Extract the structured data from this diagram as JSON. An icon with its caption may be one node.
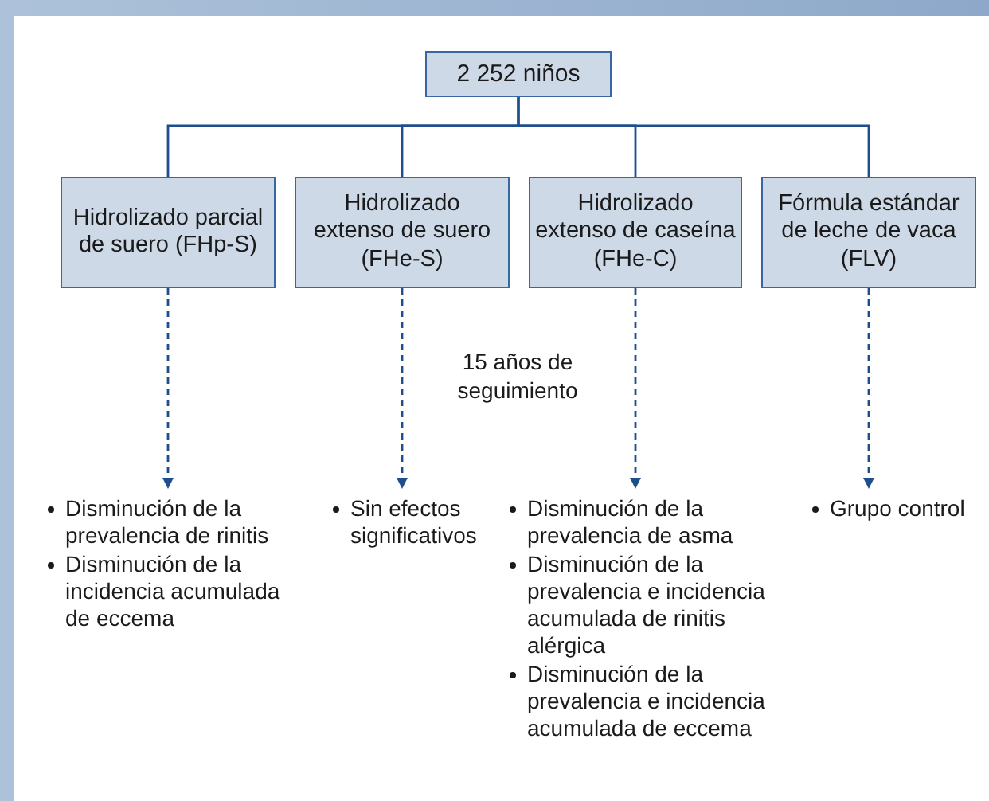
{
  "diagram": {
    "nodes": [
      {
        "text": [
          "2 252 niños"
        ]
      },
      {
        "text": [
          "Hidrolizado parcial de suero (FHp-S)"
        ]
      },
      {
        "text": [
          "Hidrolizado extenso de suero (FHe-S)"
        ]
      },
      {
        "text": [
          "Hidrolizado extenso de caseína (FHe-C)"
        ]
      },
      {
        "text": [
          "Fórmula estándar de leche de vaca (FLV)"
        ]
      },
      {
        "text": [
          "Disminución de la prevalencia de rinitis",
          "Disminución de la incidencia acumulada de eccema"
        ]
      },
      {
        "text": [
          "Sin efectos significativos"
        ]
      },
      {
        "text": [
          "Disminución de la prevalencia de asma",
          "Disminución de la prevalencia e incidencia acumulada de rinitis alérgica",
          "Disminución de la prevalencia e incidencia acumulada de eccema"
        ]
      },
      {
        "text": [
          "Grupo control"
        ]
      }
    ],
    "edges": [
      {
        "from": 0,
        "to": 1,
        "arrow": "none"
      },
      {
        "from": 0,
        "to": 2,
        "arrow": "none"
      },
      {
        "from": 0,
        "to": 3,
        "arrow": "none"
      },
      {
        "from": 0,
        "to": 4,
        "arrow": "none"
      },
      {
        "from": 1,
        "to": 5,
        "arrow": "to",
        "style": "dashed"
      },
      {
        "from": 2,
        "to": 6,
        "arrow": "to",
        "style": "dashed"
      },
      {
        "from": 3,
        "to": 7,
        "arrow": "to",
        "style": "dashed"
      },
      {
        "from": 4,
        "to": 8,
        "arrow": "to",
        "style": "dashed"
      }
    ],
    "labels": [
      "15 años de seguimiento"
    ]
  }
}
